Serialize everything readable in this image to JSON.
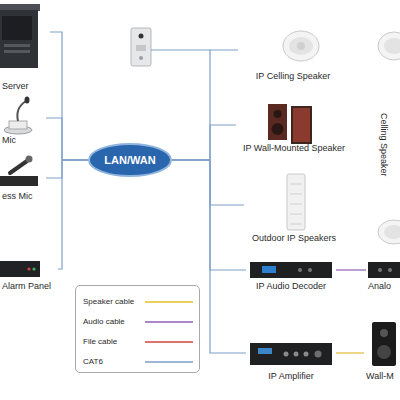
{
  "diagram": {
    "nodes": [
      {
        "text": [
          "Server"
        ]
      },
      {
        "text": [
          "Mic"
        ]
      },
      {
        "text": [
          "ess Mic"
        ]
      },
      {
        "text": [
          "Alarm Panel"
        ]
      },
      {
        "text": [
          "LAN/WAN"
        ]
      },
      {
        "text": [
          "IP Celling Speaker"
        ]
      },
      {
        "text": [
          "IP Wall-Mounted Speaker"
        ]
      },
      {
        "text": [
          "Outdoor IP Speakers"
        ]
      },
      {
        "text": [
          "IP Audio Decoder"
        ]
      },
      {
        "text": [
          "IP Amplifier"
        ]
      },
      {
        "text": [
          "Celling Speaker"
        ]
      },
      {
        "text": [
          "Analo"
        ]
      },
      {
        "text": [
          "Wall-M"
        ]
      }
    ],
    "edges": [
      {
        "from": 0,
        "to": 4,
        "arrow": "none"
      },
      {
        "from": 1,
        "to": 4,
        "arrow": "none"
      },
      {
        "from": 2,
        "to": 4,
        "arrow": "none"
      },
      {
        "from": 3,
        "to": 4,
        "arrow": "none"
      },
      {
        "from": 4,
        "to": 5,
        "arrow": "none"
      },
      {
        "from": 4,
        "to": 6,
        "arrow": "none"
      },
      {
        "from": 4,
        "to": 7,
        "arrow": "none"
      },
      {
        "from": 4,
        "to": 8,
        "arrow": "none"
      },
      {
        "from": 4,
        "to": 9,
        "arrow": "none"
      },
      {
        "from": 8,
        "to": 11,
        "arrow": "none"
      },
      {
        "from": 9,
        "to": 12,
        "arrow": "none"
      }
    ],
    "legend": [
      {
        "text": "Speaker cable"
      },
      {
        "text": "Audio cable"
      },
      {
        "text": "File cable"
      },
      {
        "text": "CAT6"
      }
    ]
  }
}
